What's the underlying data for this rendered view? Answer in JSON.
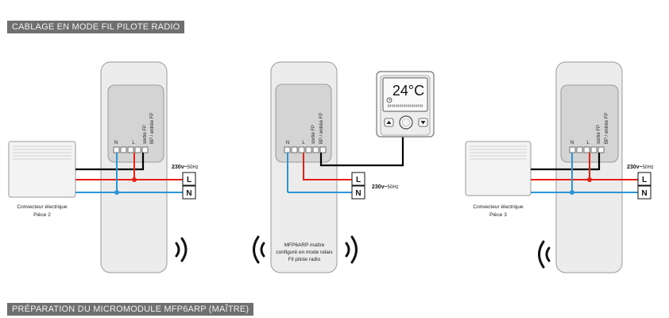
{
  "header": {
    "title": "CABLAGE EN MODE FIL PILOTE RADIO"
  },
  "footer": {
    "title": "PRÉPARATION DU MICROMODULE MFP6ARP (MAÎTRE)"
  },
  "supply": {
    "voltage": "230",
    "tilde": "v~",
    "frequency": "50Hz"
  },
  "terminals": {
    "live": "L",
    "neutral": "N"
  },
  "module_terminals": {
    "n": "N",
    "l": "L",
    "fp_out": "sortie FP",
    "bp_in": "BP / entrée FP"
  },
  "left": {
    "convector_line1": "Convecteur électrique",
    "convector_line2": "Pièce 2"
  },
  "right": {
    "convector_line1": "Convecteur électrique",
    "convector_line2": "Pièce 3"
  },
  "master": {
    "line1": "MFP6ARP maître",
    "line2": "configuré en mode relais",
    "line3": "Fil pilote radio"
  },
  "thermostat": {
    "temperature": "24°C"
  },
  "colors": {
    "live": "#e32119",
    "neutral": "#2d95d6",
    "pilot": "#000000",
    "banner": "#6f6f6f"
  }
}
